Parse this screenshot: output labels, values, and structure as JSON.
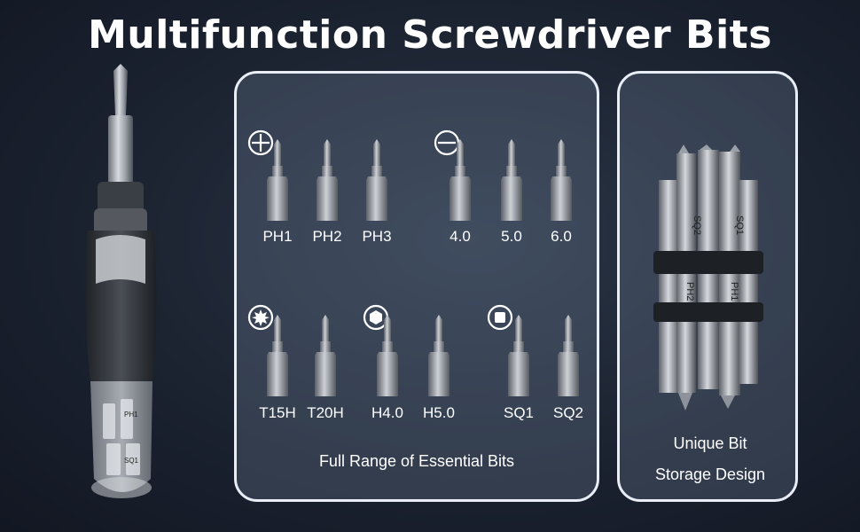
{
  "title": "Multifunction Screwdriver Bits",
  "bits_panel": {
    "caption": "Full Range of Essential Bits",
    "groups": [
      {
        "icon": "phillips-icon",
        "bits": [
          "PH1",
          "PH2",
          "PH3"
        ]
      },
      {
        "icon": "slotted-icon",
        "bits": [
          "4.0",
          "5.0",
          "6.0"
        ]
      },
      {
        "icon": "torx-icon",
        "bits": [
          "T15H",
          "T20H"
        ]
      },
      {
        "icon": "hex-icon",
        "bits": [
          "H4.0",
          "H5.0"
        ]
      },
      {
        "icon": "square-icon",
        "bits": [
          "SQ1",
          "SQ2"
        ]
      }
    ]
  },
  "storage_panel": {
    "line1": "Unique Bit",
    "line2": "Storage Design"
  },
  "storage_bit_labels": [
    "SQ2",
    "SQ1",
    "PH2",
    "PH1"
  ],
  "handle_labels": [
    "PH1",
    "SQ1"
  ],
  "colors": {
    "background": "#1b2230",
    "panel_border": "#e9edf5",
    "text": "#ffffff"
  }
}
